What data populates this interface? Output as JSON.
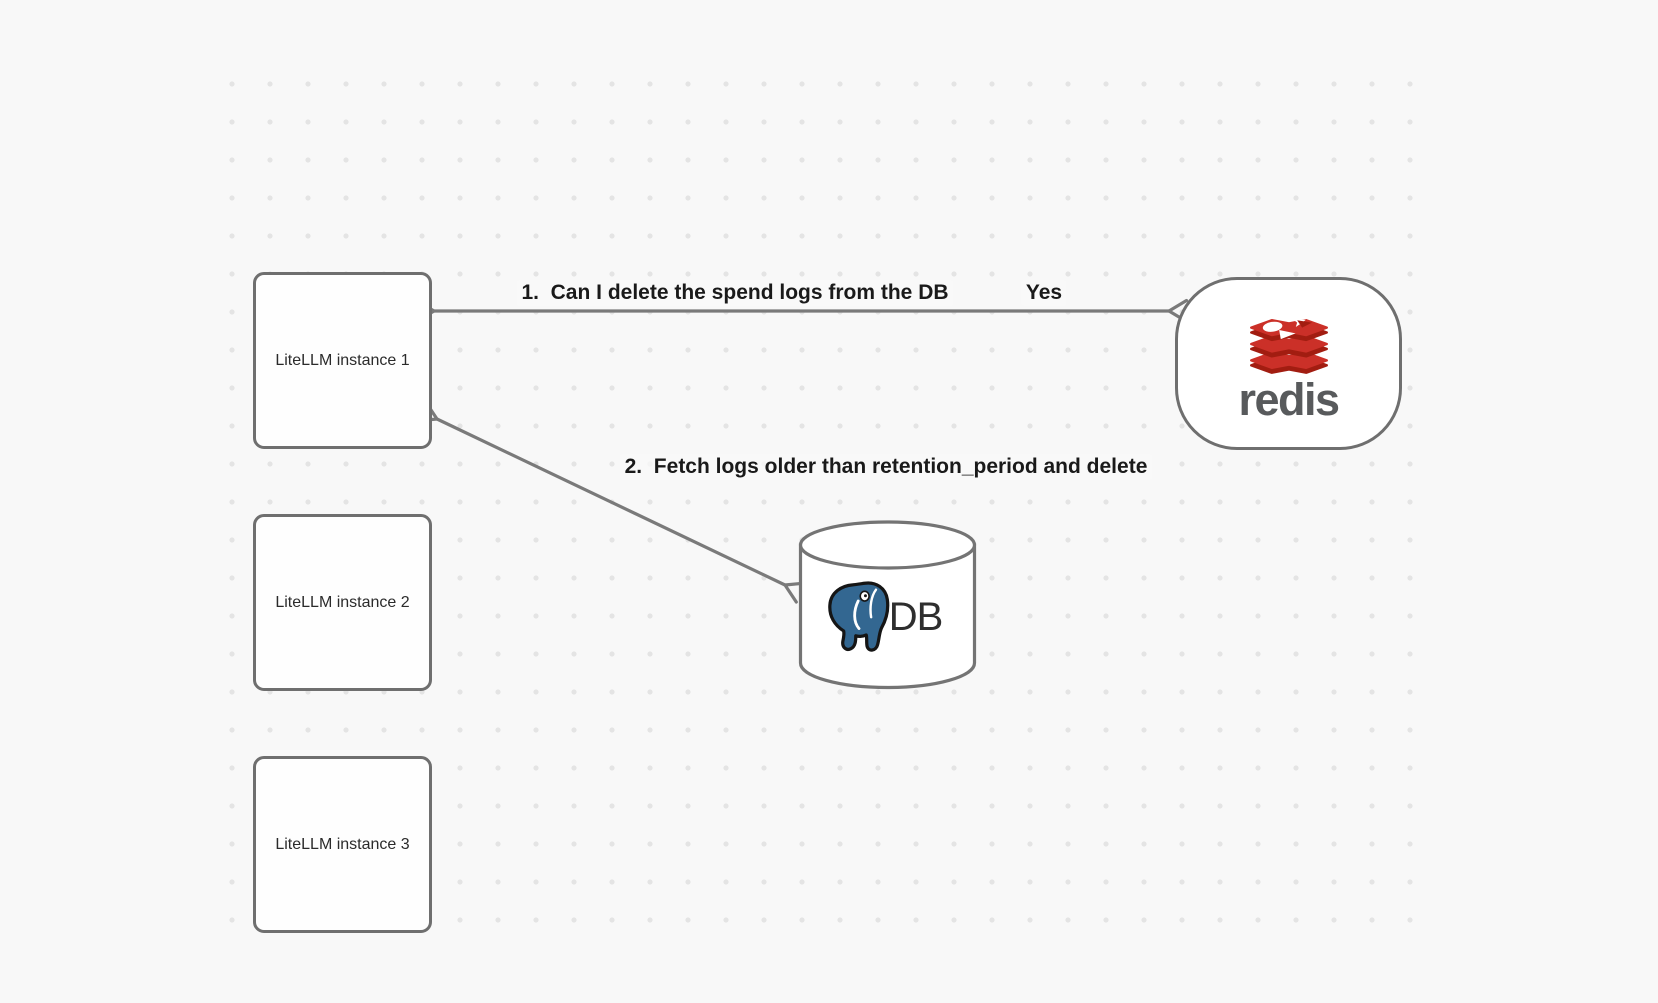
{
  "diagram": {
    "background_color": "#f8f8f8",
    "dot_grid_color": "#e4e4e4",
    "shape_border_color": "#6f6f6f",
    "arrow_color": "#7a7a7a",
    "label_text_color": "#1a1a1a",
    "nodes": {
      "instances": [
        {
          "label": "LiteLLM instance 1"
        },
        {
          "label": "LiteLLM instance 2"
        },
        {
          "label": "LiteLLM instance 3"
        }
      ],
      "redis": {
        "wordmark": "redis",
        "icon": "redis-logo-icon",
        "logo_red": "#cb3028",
        "logo_dark_red": "#a21d11",
        "wordmark_color": "#585a5c"
      },
      "database": {
        "label": "DB",
        "icon": "postgresql-logo-icon",
        "postgres_blue": "#336791"
      }
    },
    "arrows": [
      {
        "label": "1.  Can I delete the spend logs from the DB",
        "response": "Yes",
        "from": "LiteLLM instance 1",
        "to": "redis",
        "bidirectional": true
      },
      {
        "label": "2.  Fetch logs older than retention_period and delete",
        "from": "LiteLLM instance 1",
        "to": "DB",
        "bidirectional": true
      }
    ]
  }
}
